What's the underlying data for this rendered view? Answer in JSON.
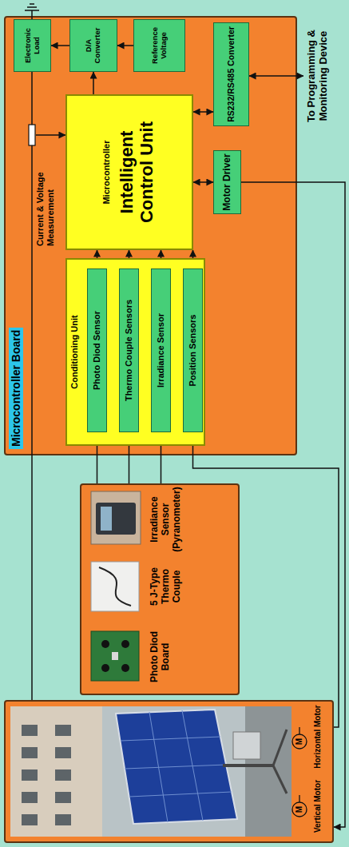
{
  "diagram": {
    "nodes": [
      {
        "text": [
          "Vertical Motor",
          "Horizontal Motor"
        ]
      },
      {
        "text": [
          "Photo Diod Board",
          "5 J-Type Thermo Couple",
          "Irradiance Sensor (Pyranometer)"
        ]
      },
      {
        "text": [
          "Microcontroller Board"
        ]
      },
      {
        "text": [
          "Conditioning Unit"
        ],
        "in": 2
      },
      {
        "text": [
          "Photo Diod Sensor"
        ],
        "in": 3
      },
      {
        "text": [
          "Thermo Couple Sensors"
        ],
        "in": 3
      },
      {
        "text": [
          "Irradiance Sensor"
        ],
        "in": 3
      },
      {
        "text": [
          "Position Sensors"
        ],
        "in": 3
      },
      {
        "text": [
          "Microcontroller",
          "Intelligent Control Unit"
        ],
        "in": 2
      },
      {
        "text": [
          "Electronic Load"
        ],
        "in": 2
      },
      {
        "text": [
          "D/A Converter"
        ],
        "in": 2
      },
      {
        "text": [
          "Reference Voltage"
        ],
        "in": 2
      },
      {
        "text": [
          "RS232/RS485 Converter"
        ],
        "in": 2
      },
      {
        "text": [
          "Motor Driver"
        ],
        "in": 2
      }
    ],
    "edges": [
      {
        "from": 0,
        "to": 9,
        "arrow": "none"
      },
      {
        "from": 1,
        "to": 4,
        "arrow": "to"
      },
      {
        "from": 1,
        "to": 5,
        "arrow": "to"
      },
      {
        "from": 1,
        "to": 6,
        "arrow": "to"
      },
      {
        "from": 0,
        "to": 7,
        "arrow": "to"
      },
      {
        "from": 4,
        "to": 8,
        "arrow": "to"
      },
      {
        "from": 5,
        "to": 8,
        "arrow": "to"
      },
      {
        "from": 6,
        "to": 8,
        "arrow": "to"
      },
      {
        "from": 7,
        "to": 8,
        "arrow": "to"
      },
      {
        "from": 8,
        "to": 10,
        "arrow": "to"
      },
      {
        "from": 11,
        "to": 10,
        "arrow": "to"
      },
      {
        "from": 10,
        "to": 9,
        "arrow": "to"
      },
      {
        "from": 8,
        "to": 12,
        "arrow": "both"
      },
      {
        "from": 8,
        "to": 13,
        "arrow": "both"
      },
      {
        "from": 13,
        "to": 0,
        "arrow": "to"
      }
    ],
    "labels": [
      "Current & Voltage Measurement",
      "To Programming & Monitoring Device",
      "M",
      "M"
    ]
  }
}
